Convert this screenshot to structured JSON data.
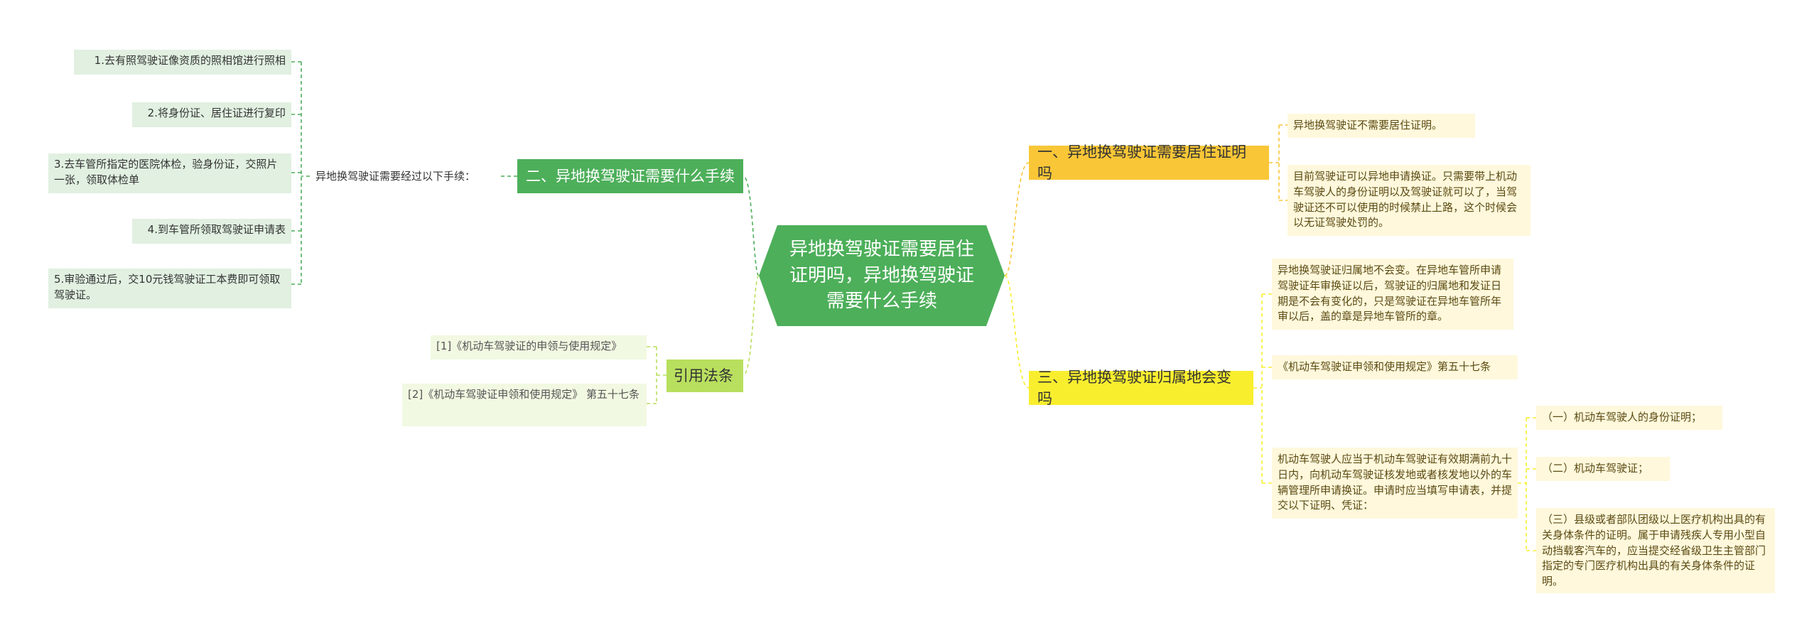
{
  "root": {
    "title": "异地换驾驶证需要居住证明吗，异地换驾驶证需要什么手续"
  },
  "branches": {
    "residence": {
      "label": "一、异地换驾驶证需要居住证明吗",
      "items": [
        "异地换驾驶证不需要居住证明。",
        "目前驾驶证可以异地申请换证。只需要带上机动车驾驶人的身份证明以及驾驶证就可以了，当驾驶证还不可以使用的时候禁止上路，这个时候会以无证驾驶处罚的。"
      ]
    },
    "procedures": {
      "label": "二、异地换驾驶证需要什么手续",
      "intro": "异地换驾驶证需要经过以下手续：",
      "steps": [
        "1.去有照驾驶证像资质的照相馆进行照相",
        "2.将身份证、居住证进行复印",
        "3.去车管所指定的医院体检，验身份证，交照片一张，领取体检单",
        "4.到车管所领取驾驶证申请表",
        "5.审验通过后，交10元钱驾驶证工本费即可领取驾驶证。"
      ]
    },
    "ownership": {
      "label": "三、异地换驾驶证归属地会变吗",
      "items": [
        "异地换驾驶证归属地不会变。在异地车管所申请驾驶证年审换证以后，驾驶证的归属地和发证日期是不会有变化的，只是驾驶证在异地车管所年审以后，盖的章是异地车管所的章。",
        "《机动车驾驶证申领和使用规定》第五十七条",
        "机动车驾驶人应当于机动车驾驶证有效期满前九十日内，向机动车驾驶证核发地或者核发地以外的车辆管理所申请换证。申请时应当填写申请表，并提交以下证明、凭证："
      ],
      "sub_items": [
        "（一）机动车驾驶人的身份证明；",
        "（二）机动车驾驶证；",
        "（三）县级或者部队团级以上医疗机构出具的有关身体条件的证明。属于申请残疾人专用小型自动挡载客汽车的，应当提交经省级卫生主管部门指定的专门医疗机构出具的有关身体条件的证明。"
      ]
    },
    "citations": {
      "label": "引用法条",
      "items": [
        "[1]《机动车驾驶证的申领与使用规定》",
        "[2]《机动车驾驶证申领和使用规定》 第五十七条"
      ]
    }
  },
  "colors": {
    "root": "#4daf5a",
    "green_branch": "#4daf5a",
    "yellow_branch_1": "#f9c637",
    "yellow_branch_2": "#f9ee2e",
    "citation_branch": "#b8df5e",
    "green_leaf": "#e1f0e1",
    "yellow_leaf": "#fff8dc",
    "citation_leaf": "#f1f9e2"
  }
}
